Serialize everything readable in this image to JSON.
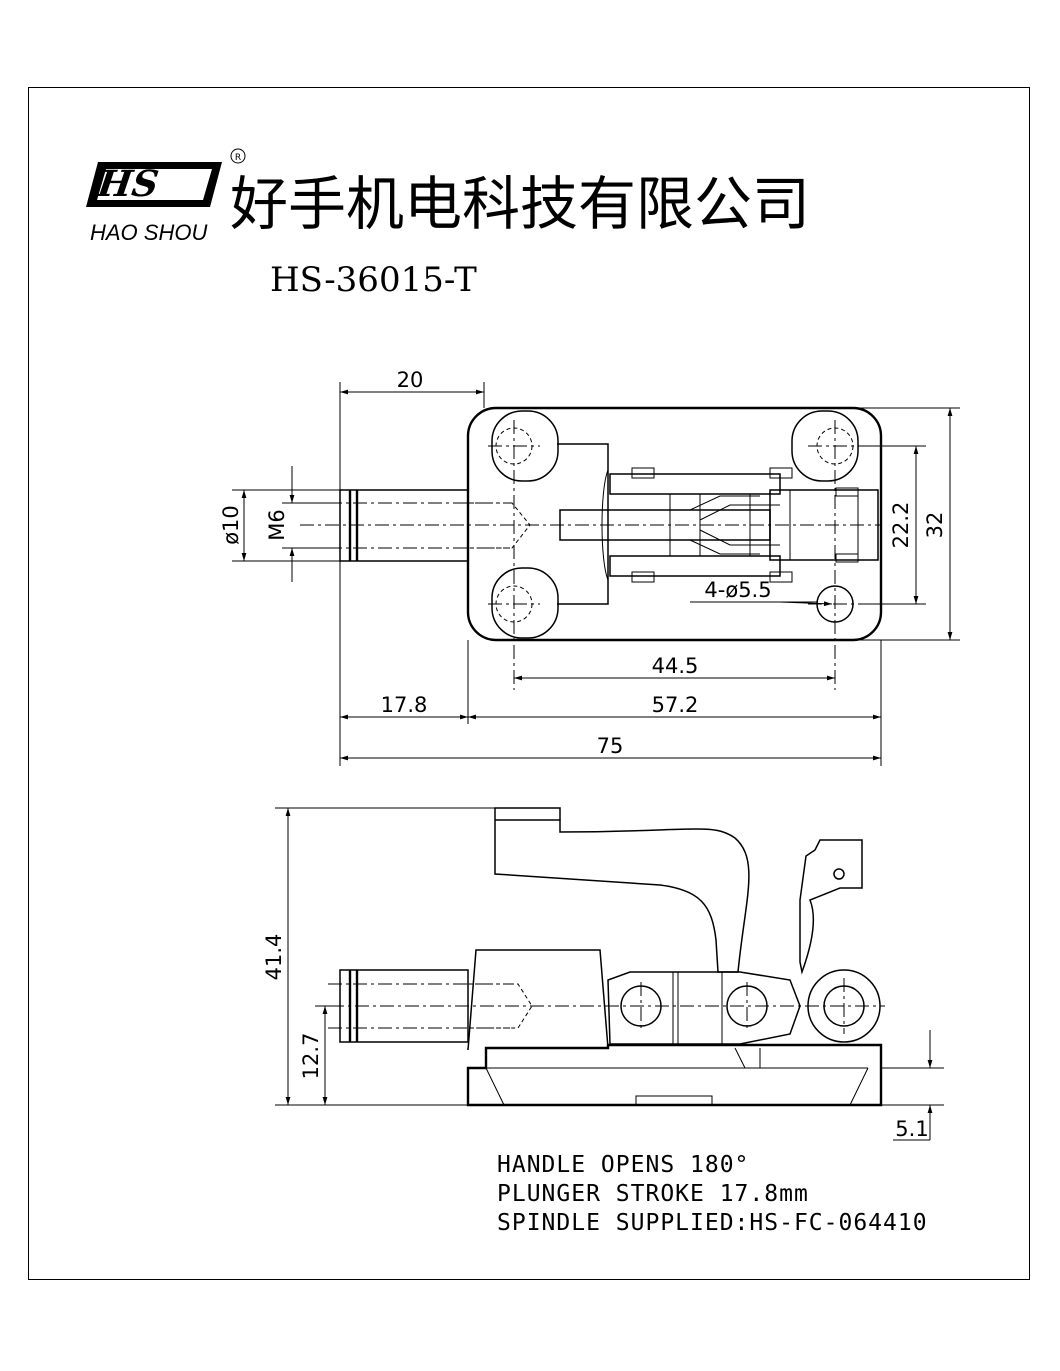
{
  "header": {
    "logo_text": "HS",
    "logo_registered": "R",
    "brand_name": "HAO SHOU",
    "company_name": "好手机电科技有限公司",
    "model": "HS-36015-T"
  },
  "top_view": {
    "dimensions": {
      "plunger_length": "20",
      "plunger_diameter": "ø10",
      "thread": "M6",
      "hole_spacing_short": "22.2",
      "base_width": "32",
      "holes": "4-ø5.5",
      "hole_spacing_long": "44.5",
      "stroke": "17.8",
      "base_length": "57.2",
      "overall_length": "75"
    }
  },
  "side_view": {
    "dimensions": {
      "overall_height": "41.4",
      "center_height": "12.7",
      "base_thickness": "5.1"
    }
  },
  "notes": [
    "HANDLE OPENS 180°",
    "PLUNGER STROKE 17.8mm",
    "SPINDLE SUPPLIED:HS-FC-064410"
  ]
}
